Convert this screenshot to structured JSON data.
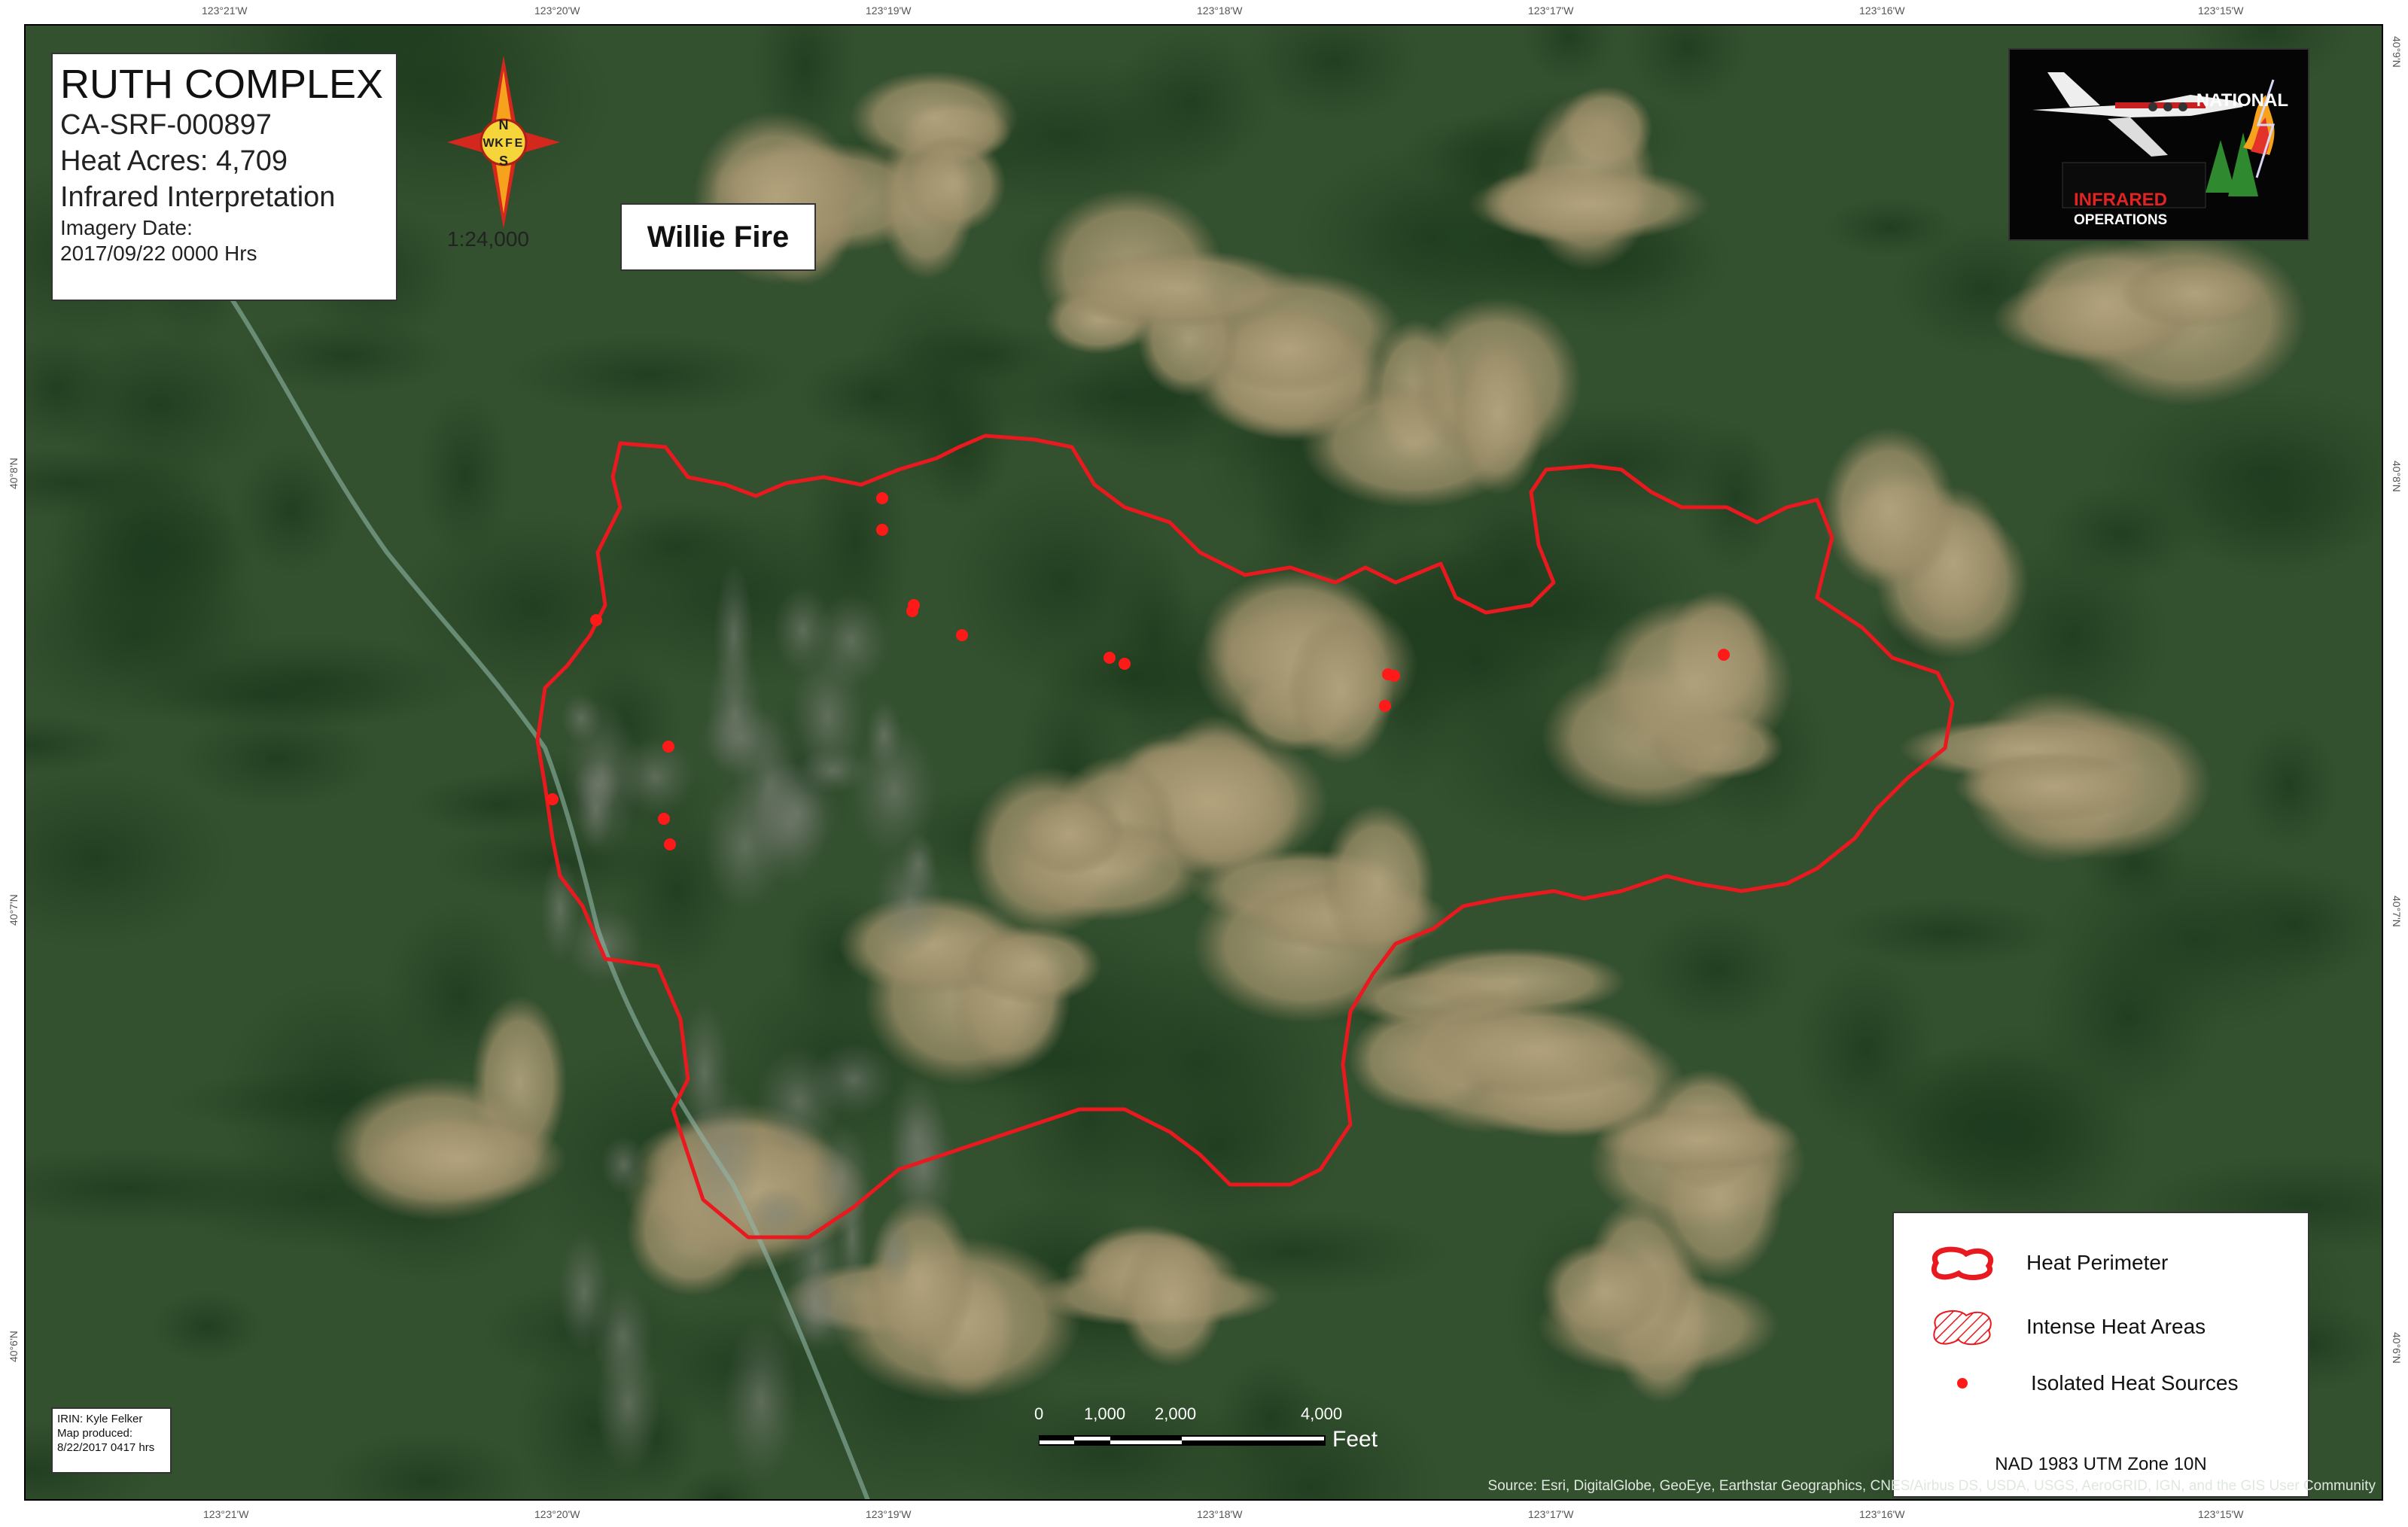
{
  "title": {
    "complex": "RUTH COMPLEX",
    "incident_id": "CA-SRF-000897",
    "heat_acres": "Heat Acres: 4,709",
    "interpretation": "Infrared Interpretation",
    "imagery_label": "Imagery Date:",
    "imagery_value": "2017/09/22 0000 Hrs"
  },
  "fire_name": "Willie Fire",
  "compass": {
    "n": "N",
    "s": "S",
    "w": "W",
    "k": "K",
    "f": "F",
    "e": "E"
  },
  "scale_ratio": "1:24,000",
  "logo": {
    "national": "NATIONAL",
    "infrared": "INFRARED",
    "operations": "OPERATIONS"
  },
  "legend": {
    "perimeter": "Heat Perimeter",
    "intense": "Intense Heat Areas",
    "isolated": "Isolated Heat Sources",
    "projection": "NAD 1983 UTM Zone 10N"
  },
  "credits": {
    "irin": "IRIN: Kyle Felker",
    "produced_label": "Map produced:",
    "produced_value": "8/22/2017 0417 hrs"
  },
  "scalebar": {
    "t0": "0",
    "t1": "1,000",
    "t2": "2,000",
    "t3": "4,000",
    "unit": "Feet"
  },
  "source": "Source: Esri, DigitalGlobe, GeoEye, Earthstar Geographics, CNES/Airbus DS, USDA, USGS, AeroGRID, IGN, and the GIS User Community",
  "graticule": {
    "top": [
      "123°21'W",
      "123°20'W",
      "123°19'W",
      "123°18'W",
      "123°17'W",
      "123°16'W",
      "123°15'W"
    ],
    "bottom": [
      "123°21'W",
      "123°20'W",
      "123°19'W",
      "123°18'W",
      "123°17'W",
      "123°16'W",
      "123°15'W"
    ],
    "right": [
      "40°9'N",
      "40°8'N",
      "40°7'N",
      "40°6'N"
    ],
    "left": [
      "40°8'N",
      "40°7'N",
      "40°6'N"
    ]
  },
  "colors": {
    "perimeter": "#e8191f",
    "heat_source": "#ff1a1a",
    "terrain_dark": "#2f4a2c",
    "terrain_dry": "#a39672"
  }
}
